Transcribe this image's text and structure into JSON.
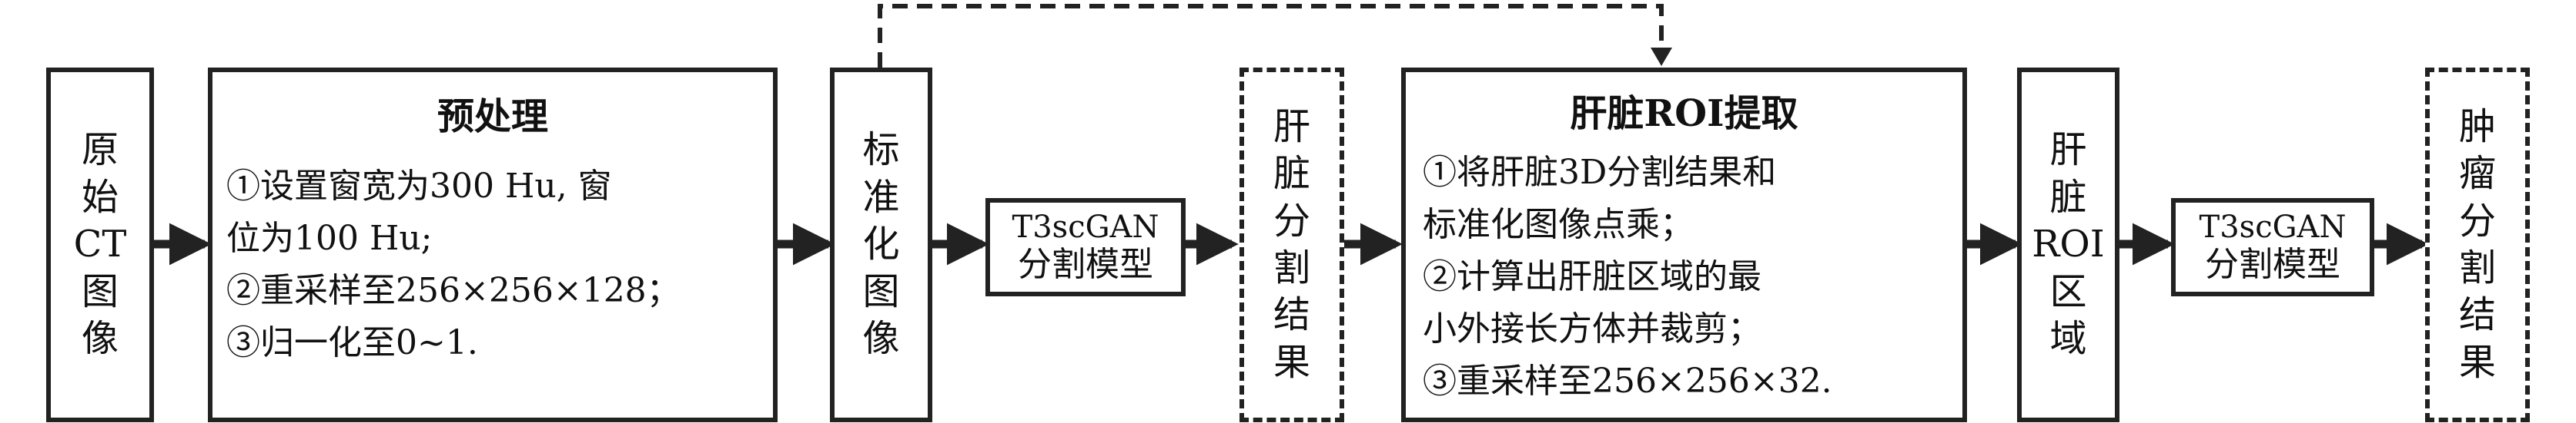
{
  "colors": {
    "stroke": "#222222",
    "text": "#111111",
    "background": "#ffffff"
  },
  "nodes": {
    "original_ct": {
      "lines": [
        "原",
        "始",
        "CT",
        "图",
        "像"
      ]
    },
    "preprocess": {
      "title": "预处理",
      "lines": [
        "①设置窗宽为300 Hu, 窗",
        "位为100 Hu;",
        "②重采样至256×256×128；",
        "③归一化至0~1."
      ]
    },
    "normalized": {
      "lines": [
        "标",
        "准",
        "化",
        "图",
        "像"
      ]
    },
    "model_1": {
      "line1": "T3scGAN",
      "line2": "分割模型"
    },
    "liver_seg": {
      "lines": [
        "肝",
        "脏",
        "分",
        "割",
        "结",
        "果"
      ]
    },
    "roi_extract": {
      "title": "肝脏ROI提取",
      "lines": [
        "①将肝脏3D分割结果和",
        "标准化图像点乘；",
        "②计算出肝脏区域的最",
        "小外接长方体并裁剪；",
        "③重采样至256×256×32."
      ]
    },
    "liver_roi": {
      "lines": [
        "肝",
        "脏",
        "ROI",
        "区",
        "域"
      ]
    },
    "model_2": {
      "line1": "T3scGAN",
      "line2": "分割模型"
    },
    "tumor_seg": {
      "lines": [
        "肿",
        "瘤",
        "分",
        "割",
        "结",
        "果"
      ]
    }
  }
}
